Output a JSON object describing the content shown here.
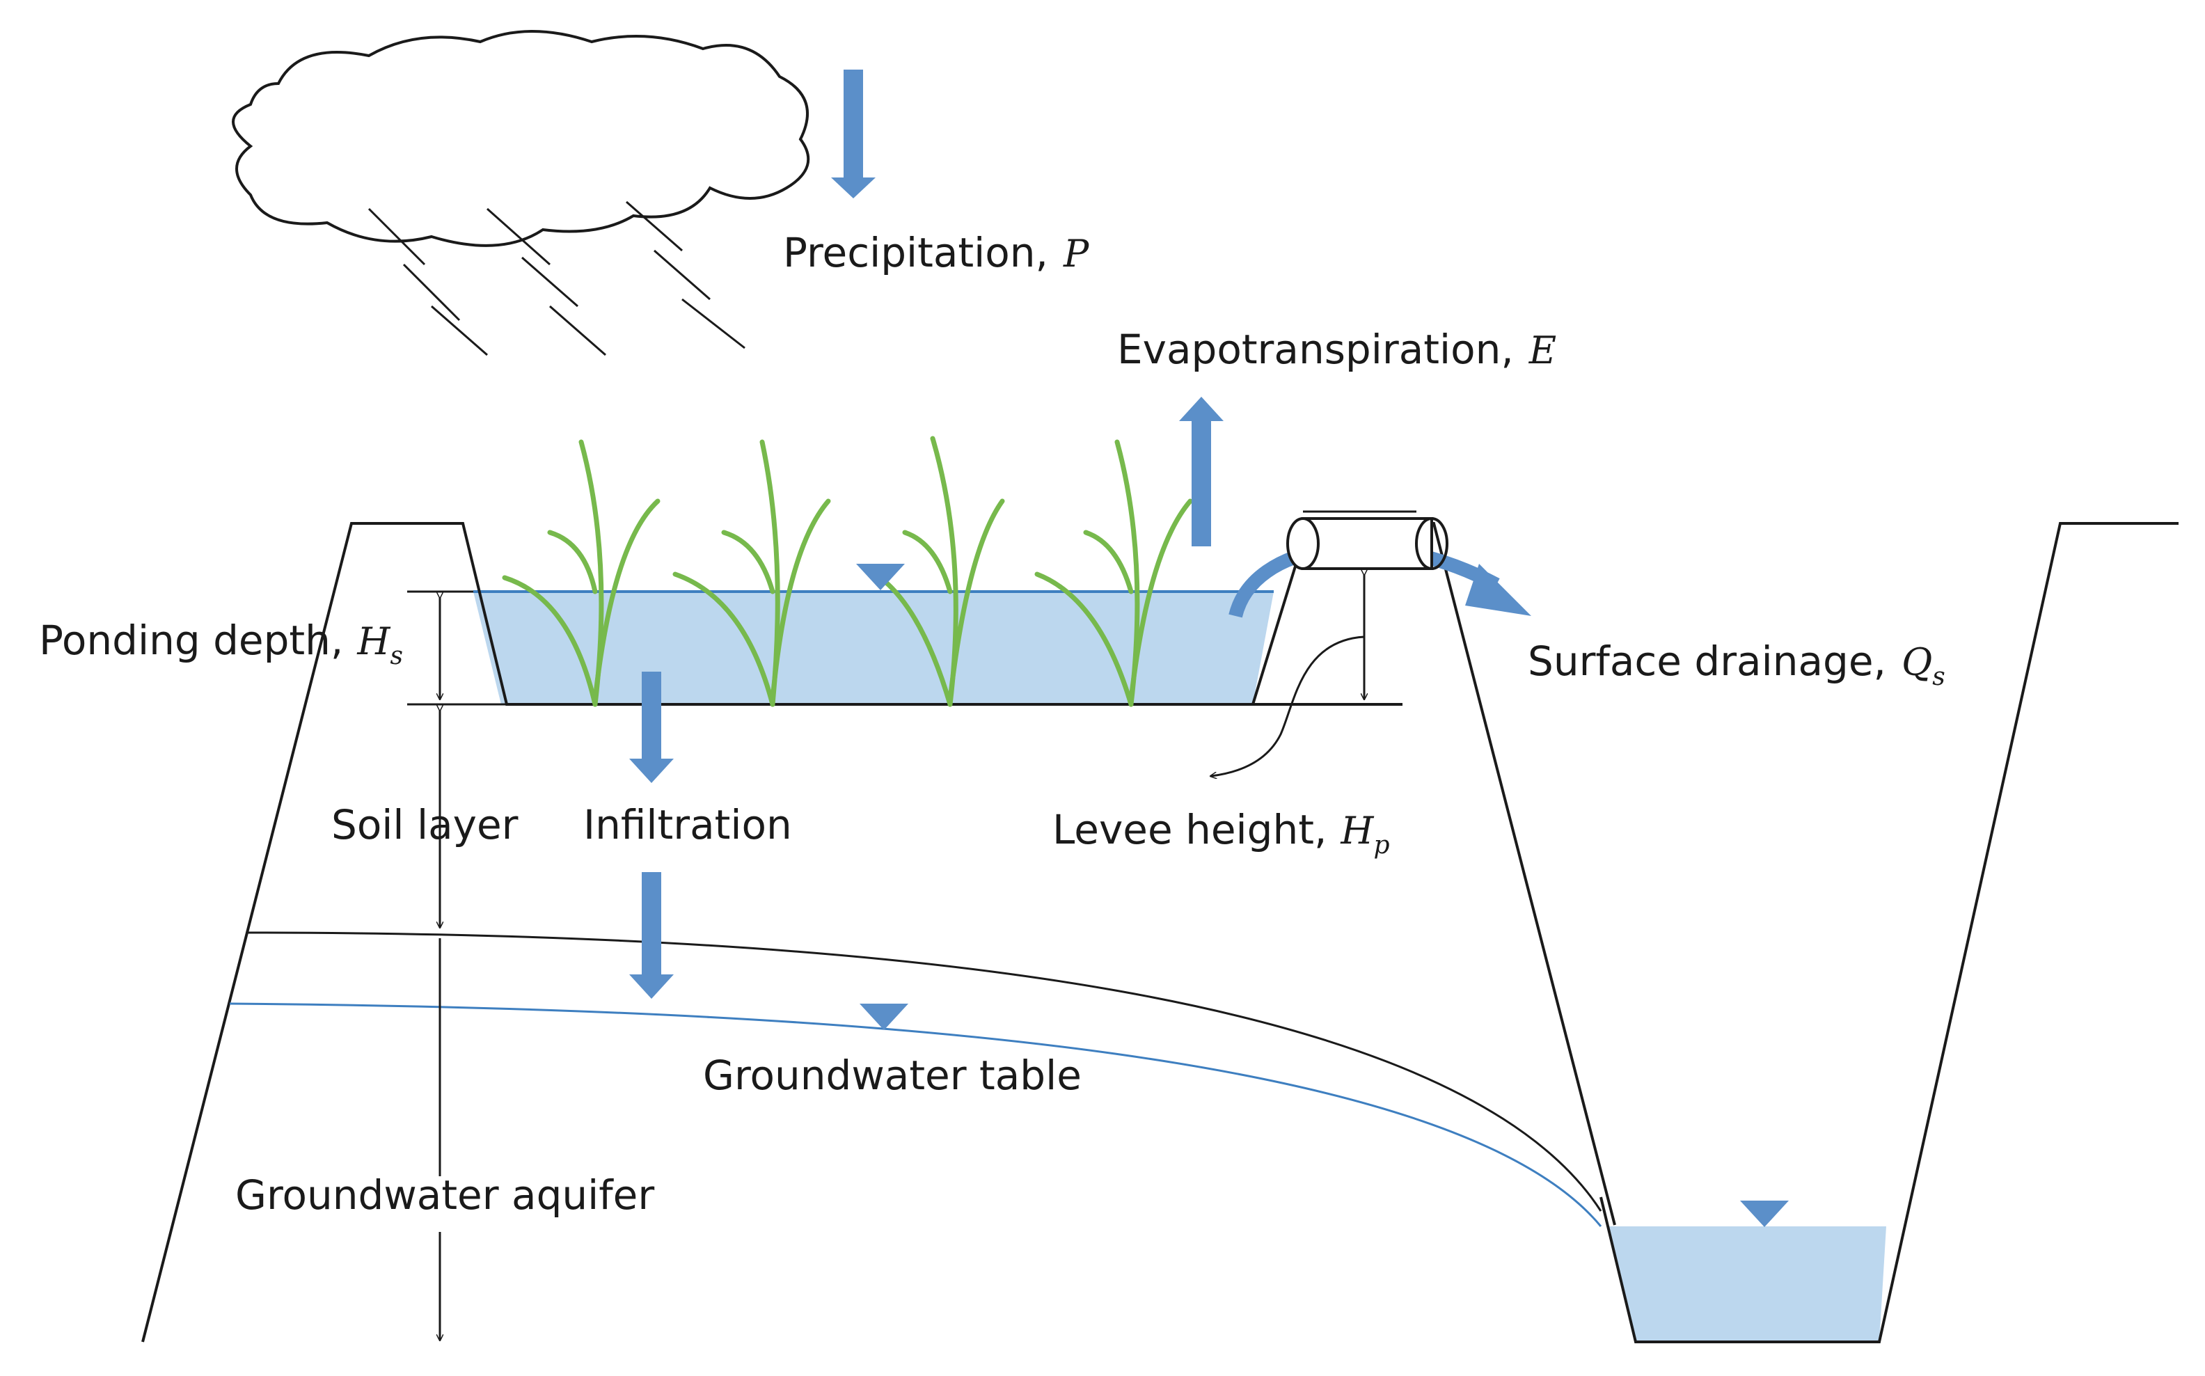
{
  "labels": {
    "precipitation": {
      "text": "Precipitation,",
      "symbol": "P"
    },
    "evapotranspiration": {
      "text": "Evapotranspiration,",
      "symbol": "E"
    },
    "ponding_depth": {
      "text": "Ponding depth,",
      "symbol": "H",
      "subscript": "s"
    },
    "surface_drainage": {
      "text": "Surface drainage,",
      "symbol": "Q",
      "subscript": "s"
    },
    "soil_layer": "Soil layer",
    "infiltration": "Infiltration",
    "levee_height": {
      "text": "Levee height,",
      "symbol": "H",
      "subscript": "p"
    },
    "groundwater_table": "Groundwater table",
    "groundwater_aquifer": "Groundwater aquifer"
  },
  "colors": {
    "flow_arrow": "#5b8fc9",
    "water_fill": "#bcd7ee",
    "water_line": "#3e7fc0",
    "plant": "#77b94c",
    "outline": "#1a1a1a"
  },
  "icons": [
    "cloud-icon",
    "rain-streaks-icon",
    "rice-plant-icon",
    "water-level-marker-icon",
    "drain-pipe-icon"
  ]
}
